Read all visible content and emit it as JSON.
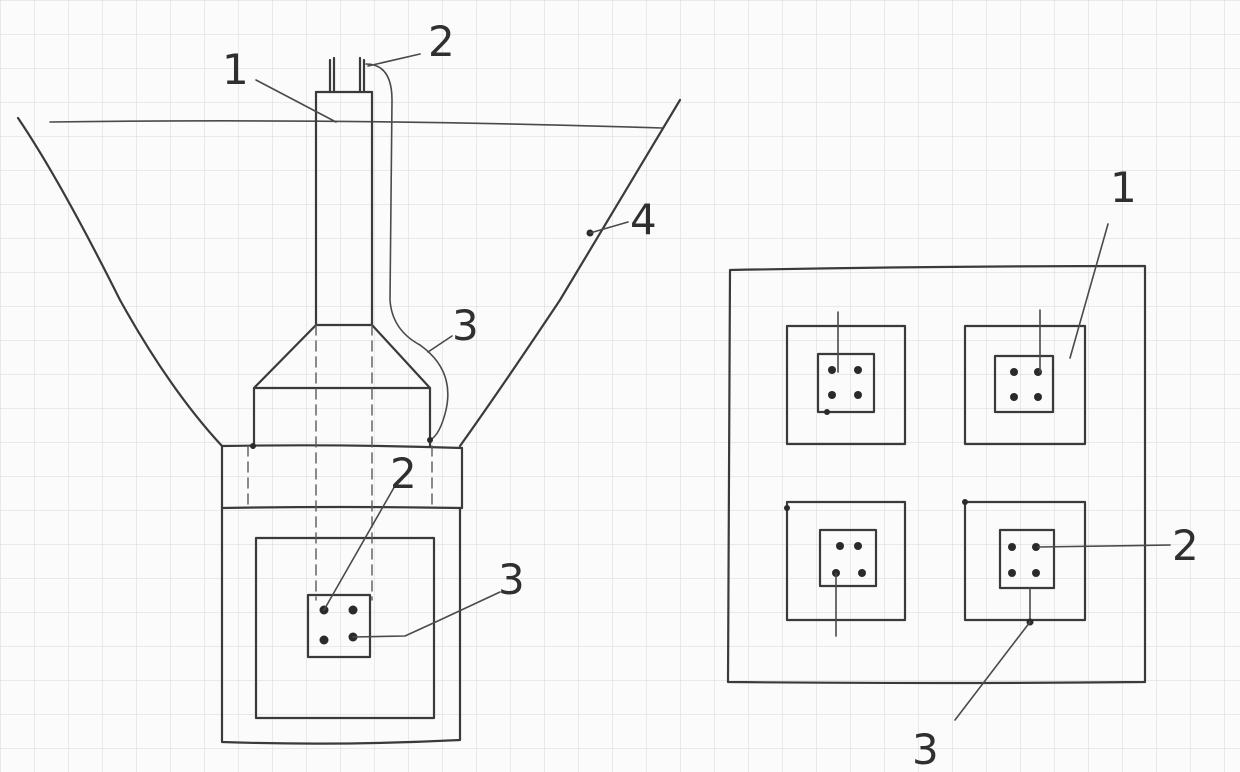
{
  "left_view": {
    "labels": [
      "1",
      "2",
      "3",
      "4",
      "2",
      "3"
    ]
  },
  "right_view": {
    "labels": [
      "1",
      "2",
      "3"
    ]
  },
  "colors": {
    "ink": "#3a3a3a",
    "paper": "#fbfbfb",
    "grid": "#c8c8c8"
  }
}
